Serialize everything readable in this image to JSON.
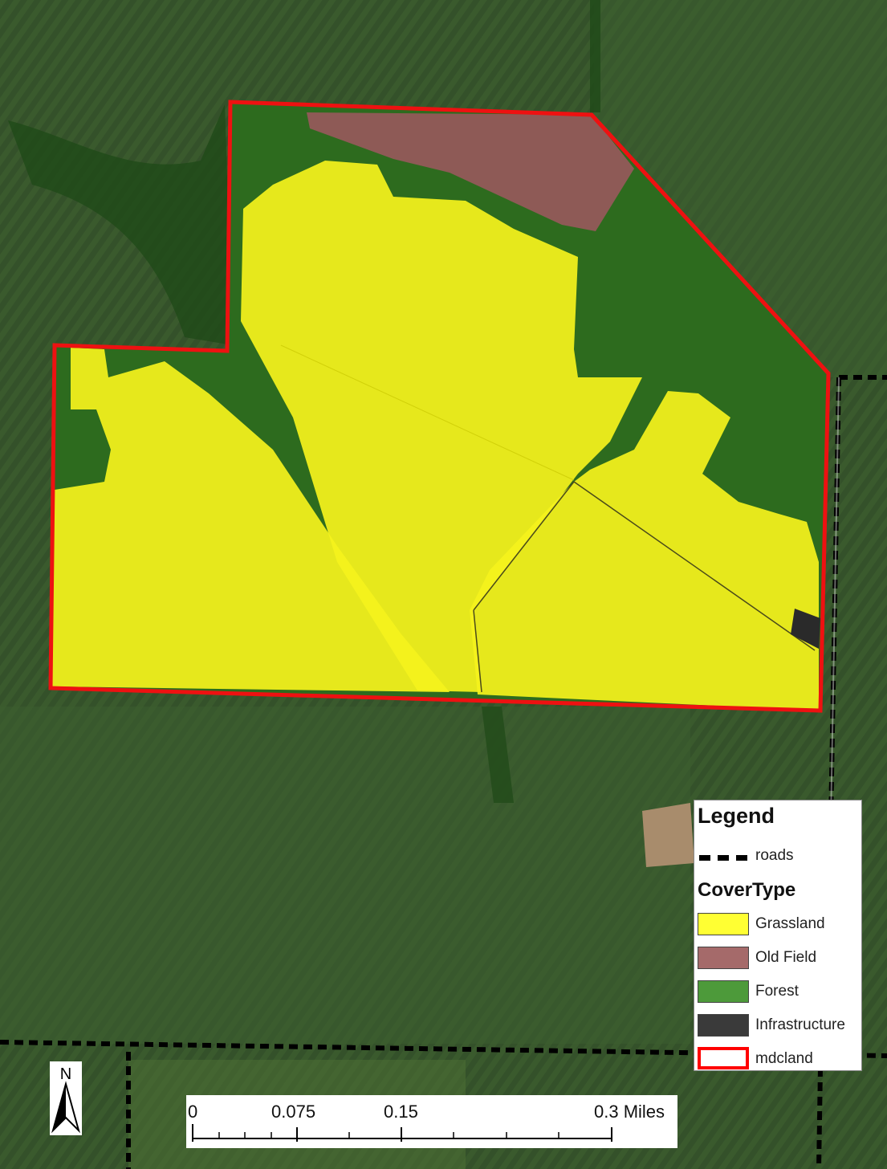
{
  "legend": {
    "title": "Legend",
    "roads_label": "roads",
    "cover_title": "CoverType",
    "items": [
      {
        "label": "Grassland",
        "color": "#ffff33"
      },
      {
        "label": "Old Field",
        "color": "#a56a6a"
      },
      {
        "label": "Forest",
        "color": "#4d9a3a"
      },
      {
        "label": "Infrastructure",
        "color": "#3a3a3a"
      },
      {
        "label": "mdcland",
        "color": "#ff0000",
        "outline": true
      }
    ]
  },
  "north_arrow": {
    "label": "N"
  },
  "scalebar": {
    "ticks": [
      "0",
      "0.075",
      "0.15",
      "0.3 Miles"
    ]
  },
  "colors": {
    "aerial_dark": "#2f4a24",
    "aerial_mid": "#3e5c2e",
    "grassland": "#f4f21c",
    "old_field": "#8e5a56",
    "forest": "#2d6b1e",
    "infrastructure": "#2a2a2a",
    "boundary": "#ee1111"
  }
}
